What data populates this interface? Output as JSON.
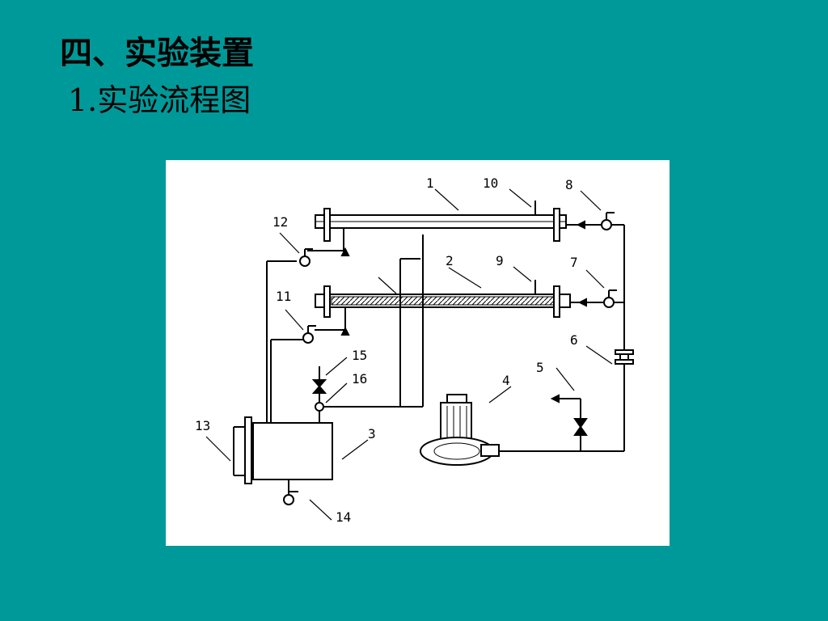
{
  "title": "四、实验装置",
  "subtitle": "1.实验流程图",
  "diagram": {
    "labels": [
      "1",
      "2",
      "3",
      "4",
      "5",
      "6",
      "7",
      "8",
      "9",
      "10",
      "11",
      "12",
      "13",
      "14",
      "15",
      "16"
    ]
  }
}
